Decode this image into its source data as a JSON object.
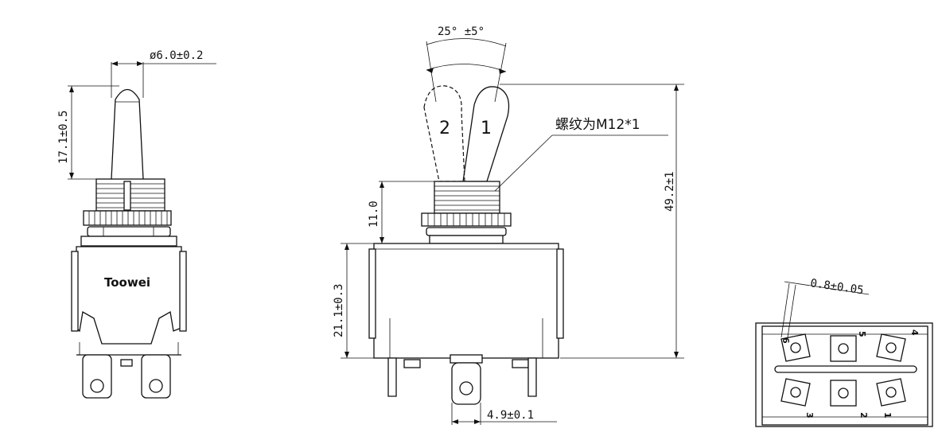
{
  "front_view": {
    "brand": "Toowei",
    "dim_lever_diameter": "ø6.0±0.2",
    "dim_lever_height": "17.1±0.5"
  },
  "side_view": {
    "dim_angle": "25° ±5°",
    "position_left": "2",
    "position_right": "1",
    "thread_note": "螺纹为M12*1",
    "dim_total_height": "49.2±1",
    "dim_bushing_height": "11.0",
    "dim_body_height": "21.1±0.3",
    "dim_pin_pitch": "4.9±0.1"
  },
  "bottom_view": {
    "dim_terminal_thickness": "0.8±0.05",
    "pins": [
      "6",
      "5",
      "4",
      "3",
      "2",
      "1"
    ]
  }
}
